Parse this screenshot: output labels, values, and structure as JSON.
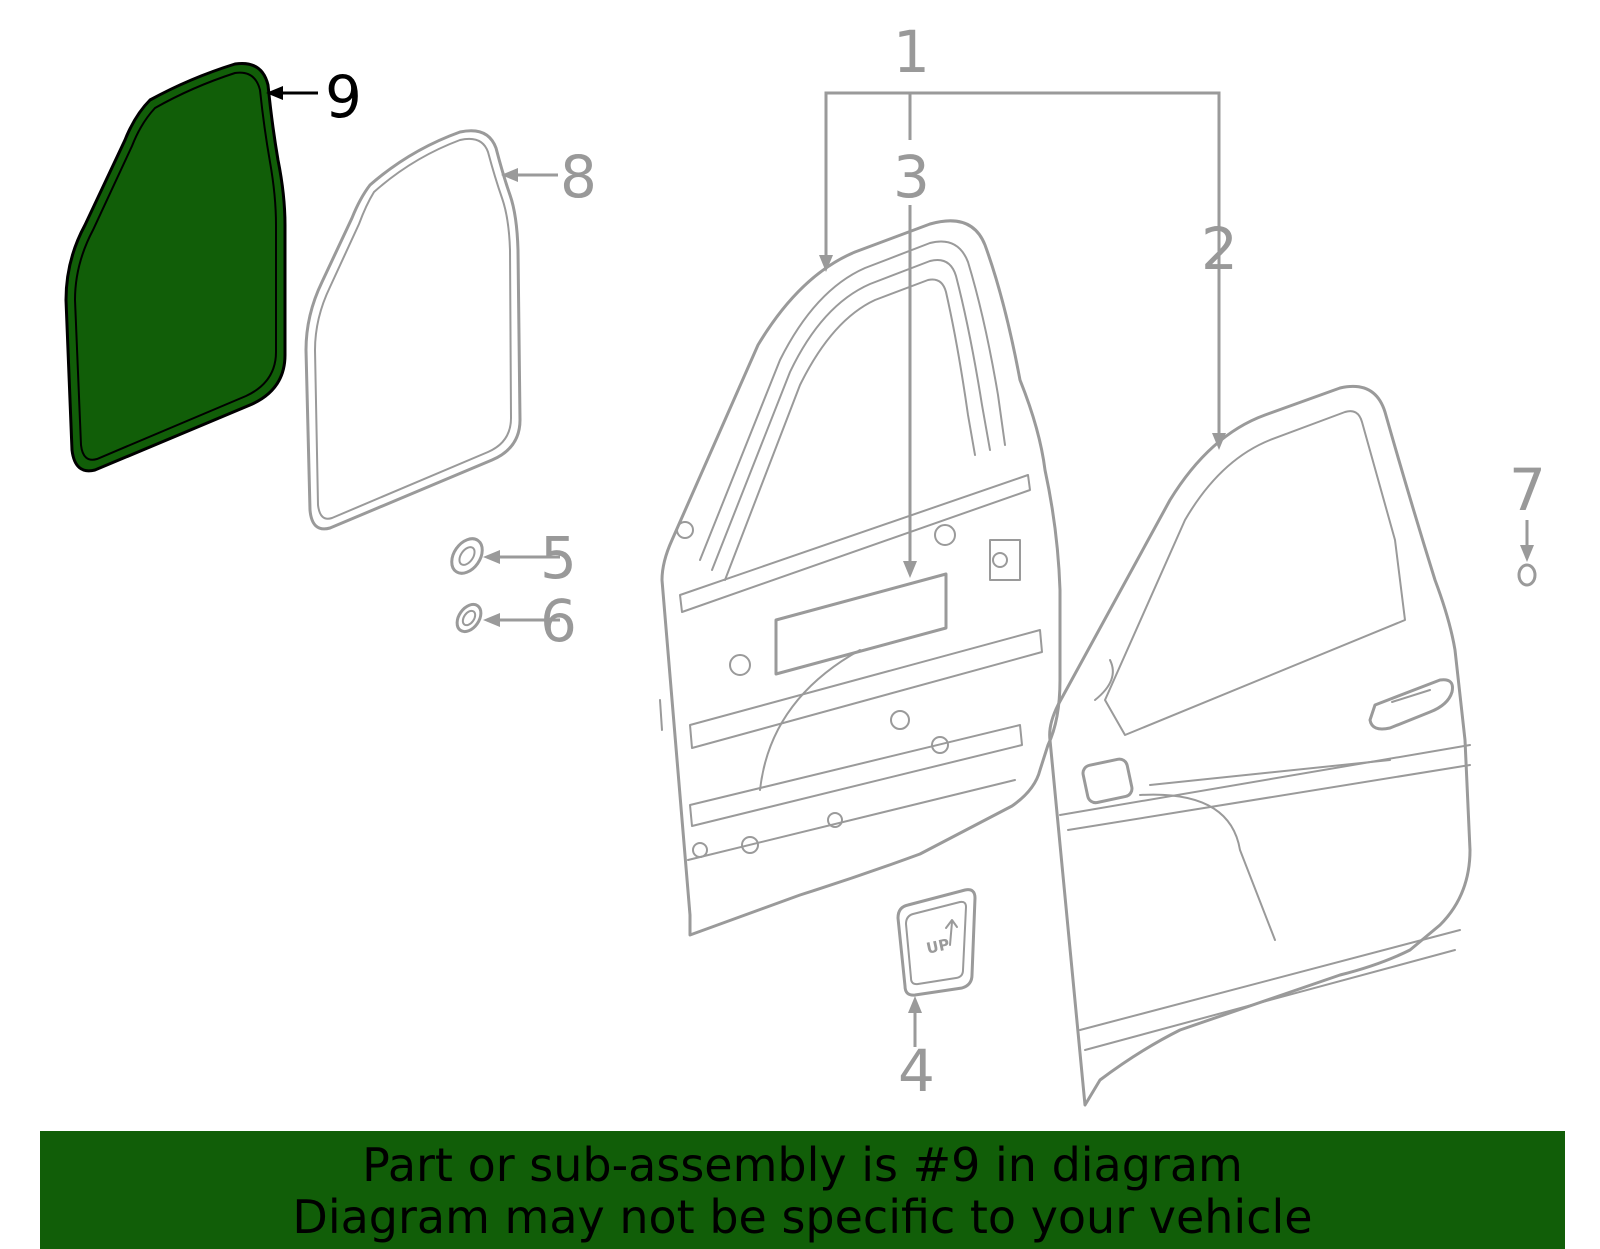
{
  "colors": {
    "highlight_fill": "#115e08",
    "part_stroke": "#9a9a9a",
    "banner_bg": "#115e08",
    "banner_text": "#000000"
  },
  "callouts": {
    "c1": "1",
    "c2": "2",
    "c3": "3",
    "c4": "4",
    "c5": "5",
    "c6": "6",
    "c7": "7",
    "c8": "8",
    "c9": "9"
  },
  "highlighted_part": "9",
  "emblem_text": "UP",
  "banner": {
    "line1": "Part or sub-assembly is #9 in diagram",
    "line2": "Diagram may not be specific to your vehicle"
  }
}
